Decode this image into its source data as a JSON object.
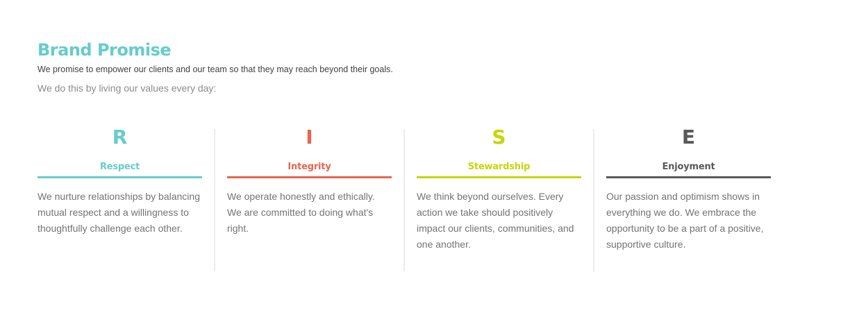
{
  "header": {
    "title": "Brand Promise",
    "subtitle": "We promise to empower our clients and our team so that they may reach beyond their goals.",
    "intro": "We do this by living our values every day:"
  },
  "colors": {
    "teal": "#66cccc",
    "coral": "#e8654e",
    "lime": "#c5d600",
    "gray": "#58595b"
  },
  "values": [
    {
      "letter": "R",
      "name": "Respect",
      "color": "#66cccc",
      "description": "We nurture relationships by balancing mutual respect and a willingness to thoughtfully challenge each other."
    },
    {
      "letter": "I",
      "name": "Integrity",
      "color": "#e8654e",
      "description": "We operate honestly and ethically. We are committed to doing what's right."
    },
    {
      "letter": "S",
      "name": "Stewardship",
      "color": "#c5d600",
      "description": "We think beyond ourselves. Every action we take should positively impact our clients, communities, and one another."
    },
    {
      "letter": "E",
      "name": "Enjoyment",
      "color": "#58595b",
      "description": "Our passion and optimism shows in everything we do. We embrace the opportunity to be a part of a positive, supportive culture."
    }
  ]
}
